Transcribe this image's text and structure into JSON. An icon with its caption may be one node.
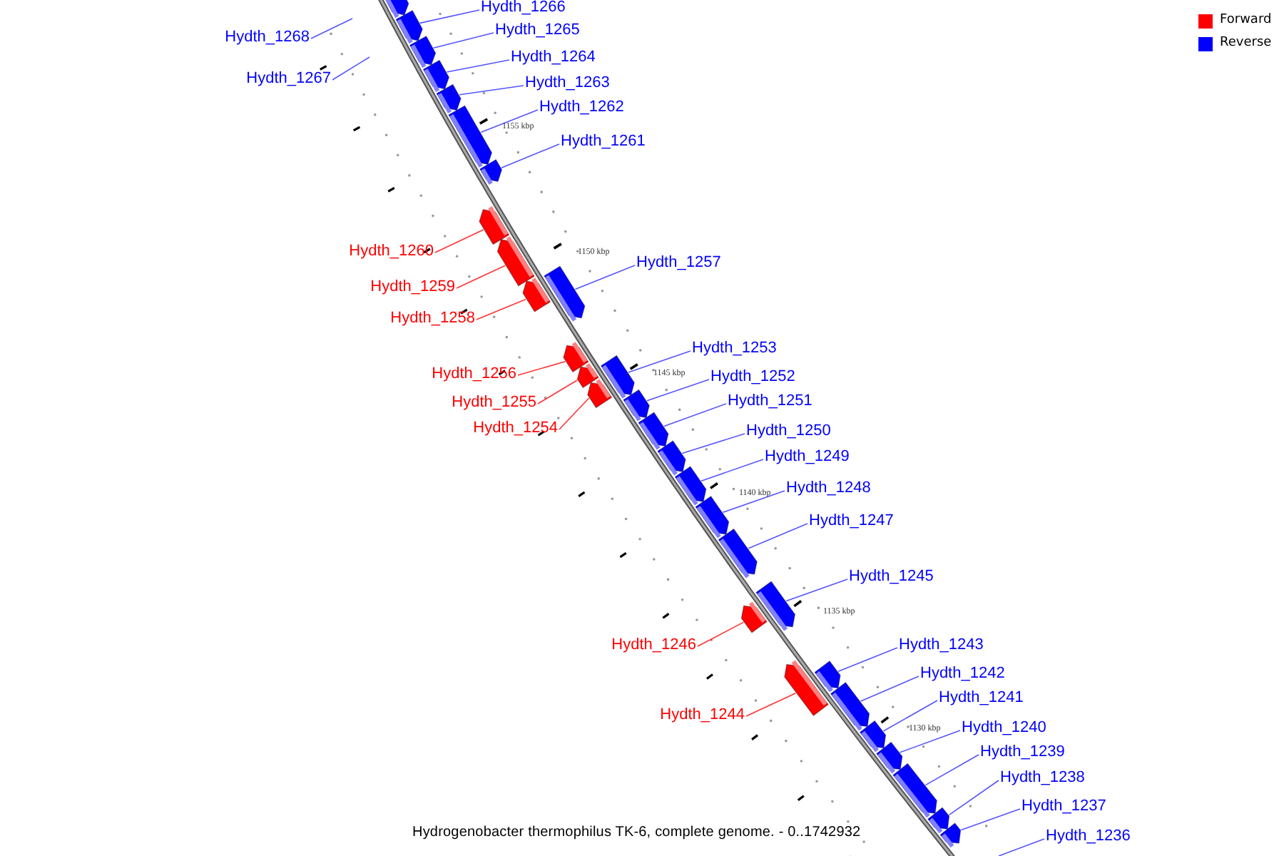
{
  "diagram": {
    "caption": "Hydrogenobacter thermophilus TK-6, complete genome. - 0..1742932",
    "nodes": [
      {
        "text": [
          "Hydth_1268"
        ]
      },
      {
        "text": [
          "Hydth_1267"
        ]
      },
      {
        "text": [],
        "shape": "box"
      },
      {
        "text": [
          "Hydth_1266"
        ]
      },
      {
        "text": [],
        "shape": "box"
      },
      {
        "text": [
          "Hydth_1265"
        ]
      },
      {
        "text": [],
        "shape": "box"
      },
      {
        "text": [
          "Hydth_1264"
        ]
      },
      {
        "text": [],
        "shape": "box"
      },
      {
        "text": [
          "Hydth_1263"
        ]
      },
      {
        "text": [],
        "shape": "box"
      },
      {
        "text": [
          "Hydth_1262"
        ]
      },
      {
        "text": [],
        "shape": "box"
      },
      {
        "text": [
          "Hydth_1261"
        ]
      },
      {
        "text": [],
        "shape": "box"
      },
      {
        "text": [
          "Hydth_1260"
        ]
      },
      {
        "text": [],
        "shape": "box"
      },
      {
        "text": [
          "Hydth_1259"
        ]
      },
      {
        "text": [],
        "shape": "box"
      },
      {
        "text": [
          "Hydth_1258"
        ]
      },
      {
        "text": [],
        "shape": "box"
      },
      {
        "text": [
          "Hydth_1257"
        ]
      },
      {
        "text": [],
        "shape": "box"
      },
      {
        "text": [
          "Hydth_1256"
        ]
      },
      {
        "text": [],
        "shape": "box"
      },
      {
        "text": [
          "Hydth_1255"
        ]
      },
      {
        "text": [],
        "shape": "box"
      },
      {
        "text": [
          "Hydth_1254"
        ]
      },
      {
        "text": [],
        "shape": "box"
      },
      {
        "text": [
          "Hydth_1253"
        ]
      },
      {
        "text": [],
        "shape": "box"
      },
      {
        "text": [
          "Hydth_1252"
        ]
      },
      {
        "text": [],
        "shape": "box"
      },
      {
        "text": [
          "Hydth_1251"
        ]
      },
      {
        "text": [],
        "shape": "box"
      },
      {
        "text": [
          "Hydth_1250"
        ]
      },
      {
        "text": [],
        "shape": "box"
      },
      {
        "text": [
          "Hydth_1249"
        ]
      },
      {
        "text": [],
        "shape": "box"
      },
      {
        "text": [
          "Hydth_1248"
        ]
      },
      {
        "text": [],
        "shape": "box"
      },
      {
        "text": [
          "Hydth_1247"
        ]
      },
      {
        "text": [],
        "shape": "box"
      },
      {
        "text": [
          "Hydth_1245"
        ]
      },
      {
        "text": [],
        "shape": "box"
      },
      {
        "text": [
          "Hydth_1246"
        ]
      },
      {
        "text": [],
        "shape": "box"
      },
      {
        "text": [
          "Hydth_1244"
        ]
      },
      {
        "text": [],
        "shape": "box"
      },
      {
        "text": [
          "Hydth_1243"
        ]
      },
      {
        "text": [],
        "shape": "box"
      },
      {
        "text": [
          "Hydth_1242"
        ]
      },
      {
        "text": [],
        "shape": "box"
      },
      {
        "text": [
          "Hydth_1241"
        ]
      },
      {
        "text": [],
        "shape": "box"
      },
      {
        "text": [
          "Hydth_1240"
        ]
      },
      {
        "text": [],
        "shape": "box"
      },
      {
        "text": [
          "Hydth_1239"
        ]
      },
      {
        "text": [],
        "shape": "box"
      },
      {
        "text": [
          "Hydth_1238"
        ]
      },
      {
        "text": [],
        "shape": "box"
      },
      {
        "text": [
          "Hydth_1237"
        ]
      },
      {
        "text": [],
        "shape": "box"
      },
      {
        "text": [
          "Hydth_1236"
        ]
      }
    ],
    "edges": [
      {
        "from": 0,
        "to": null,
        "arrow": "none"
      },
      {
        "from": 1,
        "to": null,
        "arrow": "none"
      },
      {
        "from": 3,
        "to": 4,
        "arrow": "none"
      },
      {
        "from": 5,
        "to": 6,
        "arrow": "none"
      },
      {
        "from": 7,
        "to": 8,
        "arrow": "none"
      },
      {
        "from": 9,
        "to": 10,
        "arrow": "none"
      },
      {
        "from": 11,
        "to": 12,
        "arrow": "none"
      },
      {
        "from": 13,
        "to": 14,
        "arrow": "none"
      },
      {
        "from": 15,
        "to": 16,
        "arrow": "none",
        "color": "#ff3333"
      },
      {
        "from": 17,
        "to": 18,
        "arrow": "none",
        "color": "#ff3333"
      },
      {
        "from": 19,
        "to": 20,
        "arrow": "none",
        "color": "#ff3333"
      },
      {
        "from": 21,
        "to": 22,
        "arrow": "none"
      },
      {
        "from": 23,
        "to": 24,
        "arrow": "none",
        "color": "#ff3333"
      },
      {
        "from": 25,
        "to": 26,
        "arrow": "none",
        "color": "#ff3333"
      },
      {
        "from": 27,
        "to": 28,
        "arrow": "none",
        "color": "#ff3333"
      },
      {
        "from": 29,
        "to": 30,
        "arrow": "none"
      },
      {
        "from": 31,
        "to": 32,
        "arrow": "none"
      },
      {
        "from": 33,
        "to": 34,
        "arrow": "none"
      },
      {
        "from": 35,
        "to": 36,
        "arrow": "none"
      },
      {
        "from": 37,
        "to": 38,
        "arrow": "none"
      },
      {
        "from": 39,
        "to": 40,
        "arrow": "none"
      },
      {
        "from": 41,
        "to": 42,
        "arrow": "none"
      },
      {
        "from": 43,
        "to": 44,
        "arrow": "none"
      },
      {
        "from": 45,
        "to": 46,
        "arrow": "none",
        "color": "#ff3333"
      },
      {
        "from": 47,
        "to": 48,
        "arrow": "none",
        "color": "#ff3333"
      },
      {
        "from": 49,
        "to": 50,
        "arrow": "none"
      },
      {
        "from": 51,
        "to": 52,
        "arrow": "none"
      },
      {
        "from": 53,
        "to": 54,
        "arrow": "none"
      },
      {
        "from": 55,
        "to": 56,
        "arrow": "none"
      },
      {
        "from": 57,
        "to": 58,
        "arrow": "none"
      },
      {
        "from": 59,
        "to": 60,
        "arrow": "none"
      },
      {
        "from": 61,
        "to": 62,
        "arrow": "none"
      },
      {
        "from": 63,
        "to": null,
        "arrow": "none"
      }
    ],
    "labels": [
      "1155 kbp",
      "1150 kbp",
      "1145 kbp",
      "1140 kbp",
      "1135 kbp",
      "1130 kbp"
    ],
    "legend": [
      {
        "text": "Forward",
        "color": "#ff0000"
      },
      {
        "text": "Reverse",
        "color": "#0000ff"
      }
    ]
  }
}
